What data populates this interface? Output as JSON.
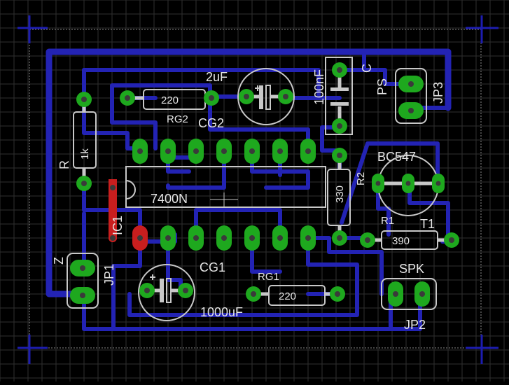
{
  "colors": {
    "background": "#000000",
    "grid": "#2f2f2f",
    "trace": "#2323b4",
    "pad": "#1ea81e",
    "drill": "#3a3a3a",
    "silk": "#c8c8c8",
    "marker": "#1d1db0",
    "pin1": "#c81e1e"
  },
  "labels": {
    "c_2uf": "2uF",
    "c_100nf": "100nF",
    "c": "C",
    "ps": "PS",
    "jp3": "JP3",
    "r220_top": "220",
    "rg2": "RG2",
    "cg2": "CG2",
    "r_1k": "1k",
    "r": "R",
    "bc547": "BC547",
    "r2": "R2",
    "r330": "330",
    "ic": "7400N",
    "ic1": "IC1",
    "r1": "R1",
    "t1": "T1",
    "r390": "390",
    "z": "Z",
    "jp1": "JP1",
    "cg1": "CG1",
    "rg1": "RG1",
    "r220_bottom": "220",
    "spk": "SPK",
    "jp2": "JP2",
    "c_1000uf": "1000uF"
  }
}
